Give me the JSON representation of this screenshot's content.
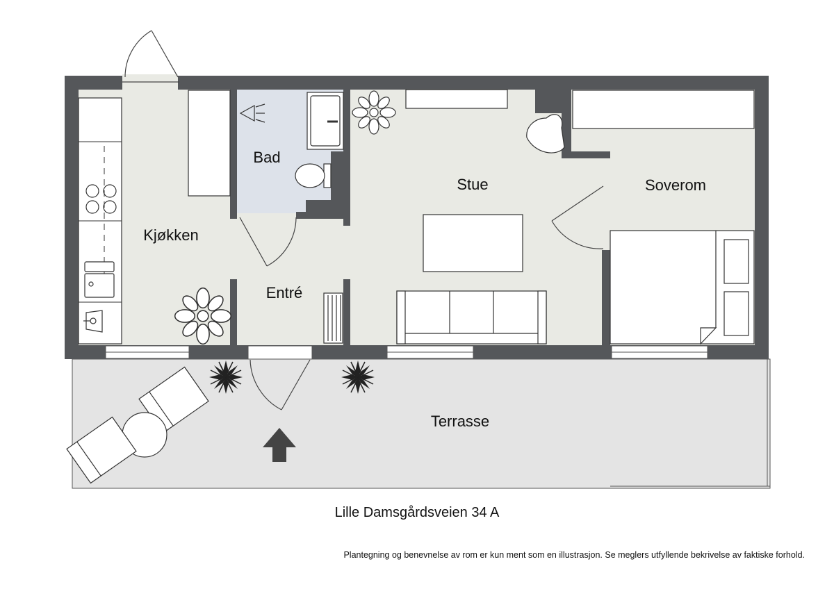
{
  "plan": {
    "rooms": [
      {
        "key": "bad",
        "label": "Bad"
      },
      {
        "key": "stue",
        "label": "Stue"
      },
      {
        "key": "soverom",
        "label": "Soverom"
      },
      {
        "key": "kjokken",
        "label": "Kjøkken"
      },
      {
        "key": "entre",
        "label": "Entré"
      },
      {
        "key": "terrasse",
        "label": "Terrasse"
      }
    ],
    "colors": {
      "wall": "#55575a",
      "floor": "#e9eae4",
      "bathroom_floor": "#dde2ea",
      "terrace": "#e4e4e4",
      "furniture_stroke": "#333333"
    }
  },
  "address": "Lille Damsgårdsveien 34 A",
  "disclaimer": "Plantegning og benevnelse av rom er kun ment som en illustrasjon. Se meglers utfyllende bekrivelse av faktiske forhold."
}
